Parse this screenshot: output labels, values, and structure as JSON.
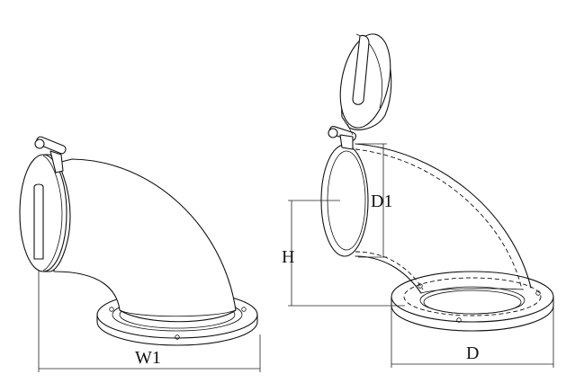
{
  "labels": {
    "w1": "W1",
    "d1": "D1",
    "h": "H",
    "d": "D"
  }
}
